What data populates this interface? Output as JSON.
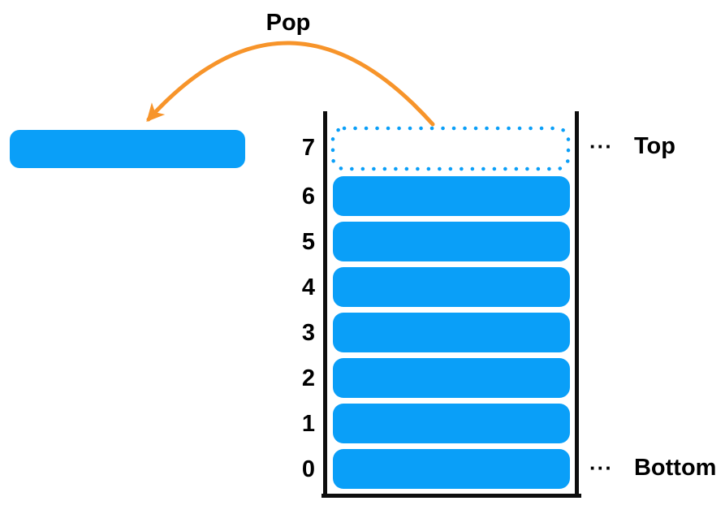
{
  "pop_label": "Pop",
  "colors": {
    "block_blue": "#0A9FF8",
    "arrow_orange": "#F7942A",
    "wall_black": "#0d0d0d"
  },
  "popped_block": {
    "description": "element popped off the stack"
  },
  "stack": {
    "slots": [
      {
        "index": 7,
        "state": "empty-dotted"
      },
      {
        "index": 6,
        "state": "filled"
      },
      {
        "index": 5,
        "state": "filled"
      },
      {
        "index": 4,
        "state": "filled"
      },
      {
        "index": 3,
        "state": "filled"
      },
      {
        "index": 2,
        "state": "filled"
      },
      {
        "index": 1,
        "state": "filled"
      },
      {
        "index": 0,
        "state": "filled"
      }
    ],
    "top_marker": {
      "ellipsis": "···",
      "label": "Top"
    },
    "bottom_marker": {
      "ellipsis": "···",
      "label": "Bottom"
    }
  }
}
